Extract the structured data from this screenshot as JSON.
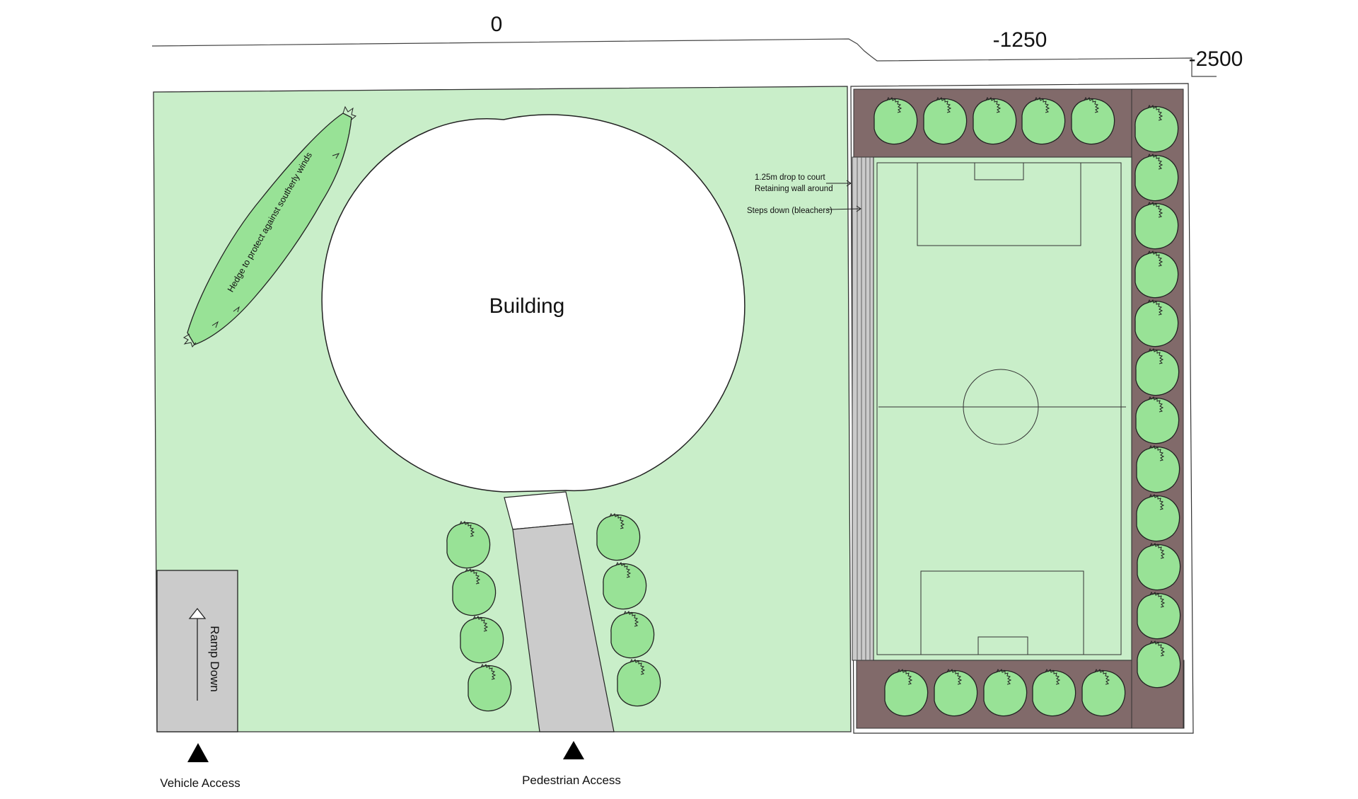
{
  "colors": {
    "lawn": "#c9eec9",
    "tree": "#98e296",
    "planting_bed": "#816a6a",
    "paving": "#cbcbcb",
    "outline": "#222222"
  },
  "levels": {
    "level_0": "0",
    "level_1250": "-1250",
    "level_2500": "-2500"
  },
  "labels": {
    "building": "Building",
    "hedge": "Hedge to protect against southerly winds",
    "ramp": "Ramp Down",
    "vehicle_access": "Vehicle Access",
    "pedestrian_access": "Pedestrian Access",
    "drop_line1": "1.25m drop to court",
    "drop_line2": "Retaining wall around",
    "steps": "Steps down (bleachers)"
  },
  "icons": {
    "tree": "tree-canopy-icon",
    "access": "triangle-marker-icon",
    "arrow": "arrow-up-icon"
  }
}
